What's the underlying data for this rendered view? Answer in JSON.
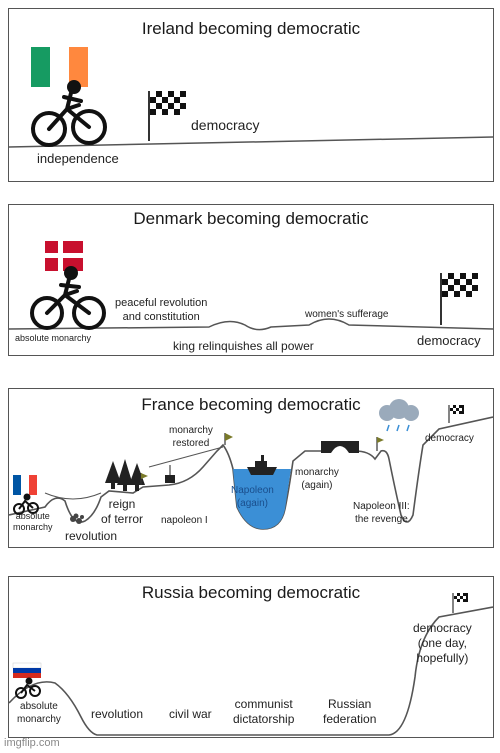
{
  "panels": [
    {
      "title": "Ireland becoming democratic",
      "labels": {
        "democracy": "democracy",
        "independence": "independence"
      }
    },
    {
      "title": "Denmark becoming democratic",
      "labels": {
        "peaceful": "peaceful revolution\nand constitution",
        "women": "women's sufferage",
        "absolute": "absolute monarchy",
        "king": "king relinquishes all power",
        "democracy": "democracy"
      }
    },
    {
      "title": "France becoming democratic",
      "labels": {
        "monarchy_restored": "monarchy\nrestored",
        "democracy": "democracy",
        "reign": "reign\nof terror",
        "monarchy_again": "monarchy\n(again)",
        "napoleon_again": "Napoleon\n(again)",
        "absolute": "absolute\nmonarchy",
        "napoleon1": "napoleon I",
        "napoleon3": "Napoleon III:\nthe revenge",
        "revolution": "revolution"
      }
    },
    {
      "title": "Russia becoming democratic",
      "labels": {
        "democracy": "democracy\n(one day,\nhopefully)",
        "absolute": "absolute\nmonarchy",
        "revolution": "revolution",
        "civil_war": "civil war",
        "communist": "communist\ndictatorship",
        "federation": "Russian\nfederation"
      }
    }
  ],
  "watermark": "imgflip.com",
  "colors": {
    "ireland_green": "#169b62",
    "ireland_orange": "#ff883e",
    "denmark_red": "#c8102e",
    "russia_blue": "#0039a6",
    "russia_red": "#d52b1e",
    "france_blue": "#0055a4",
    "france_red": "#ef4135",
    "water": "#3b8fd6"
  }
}
